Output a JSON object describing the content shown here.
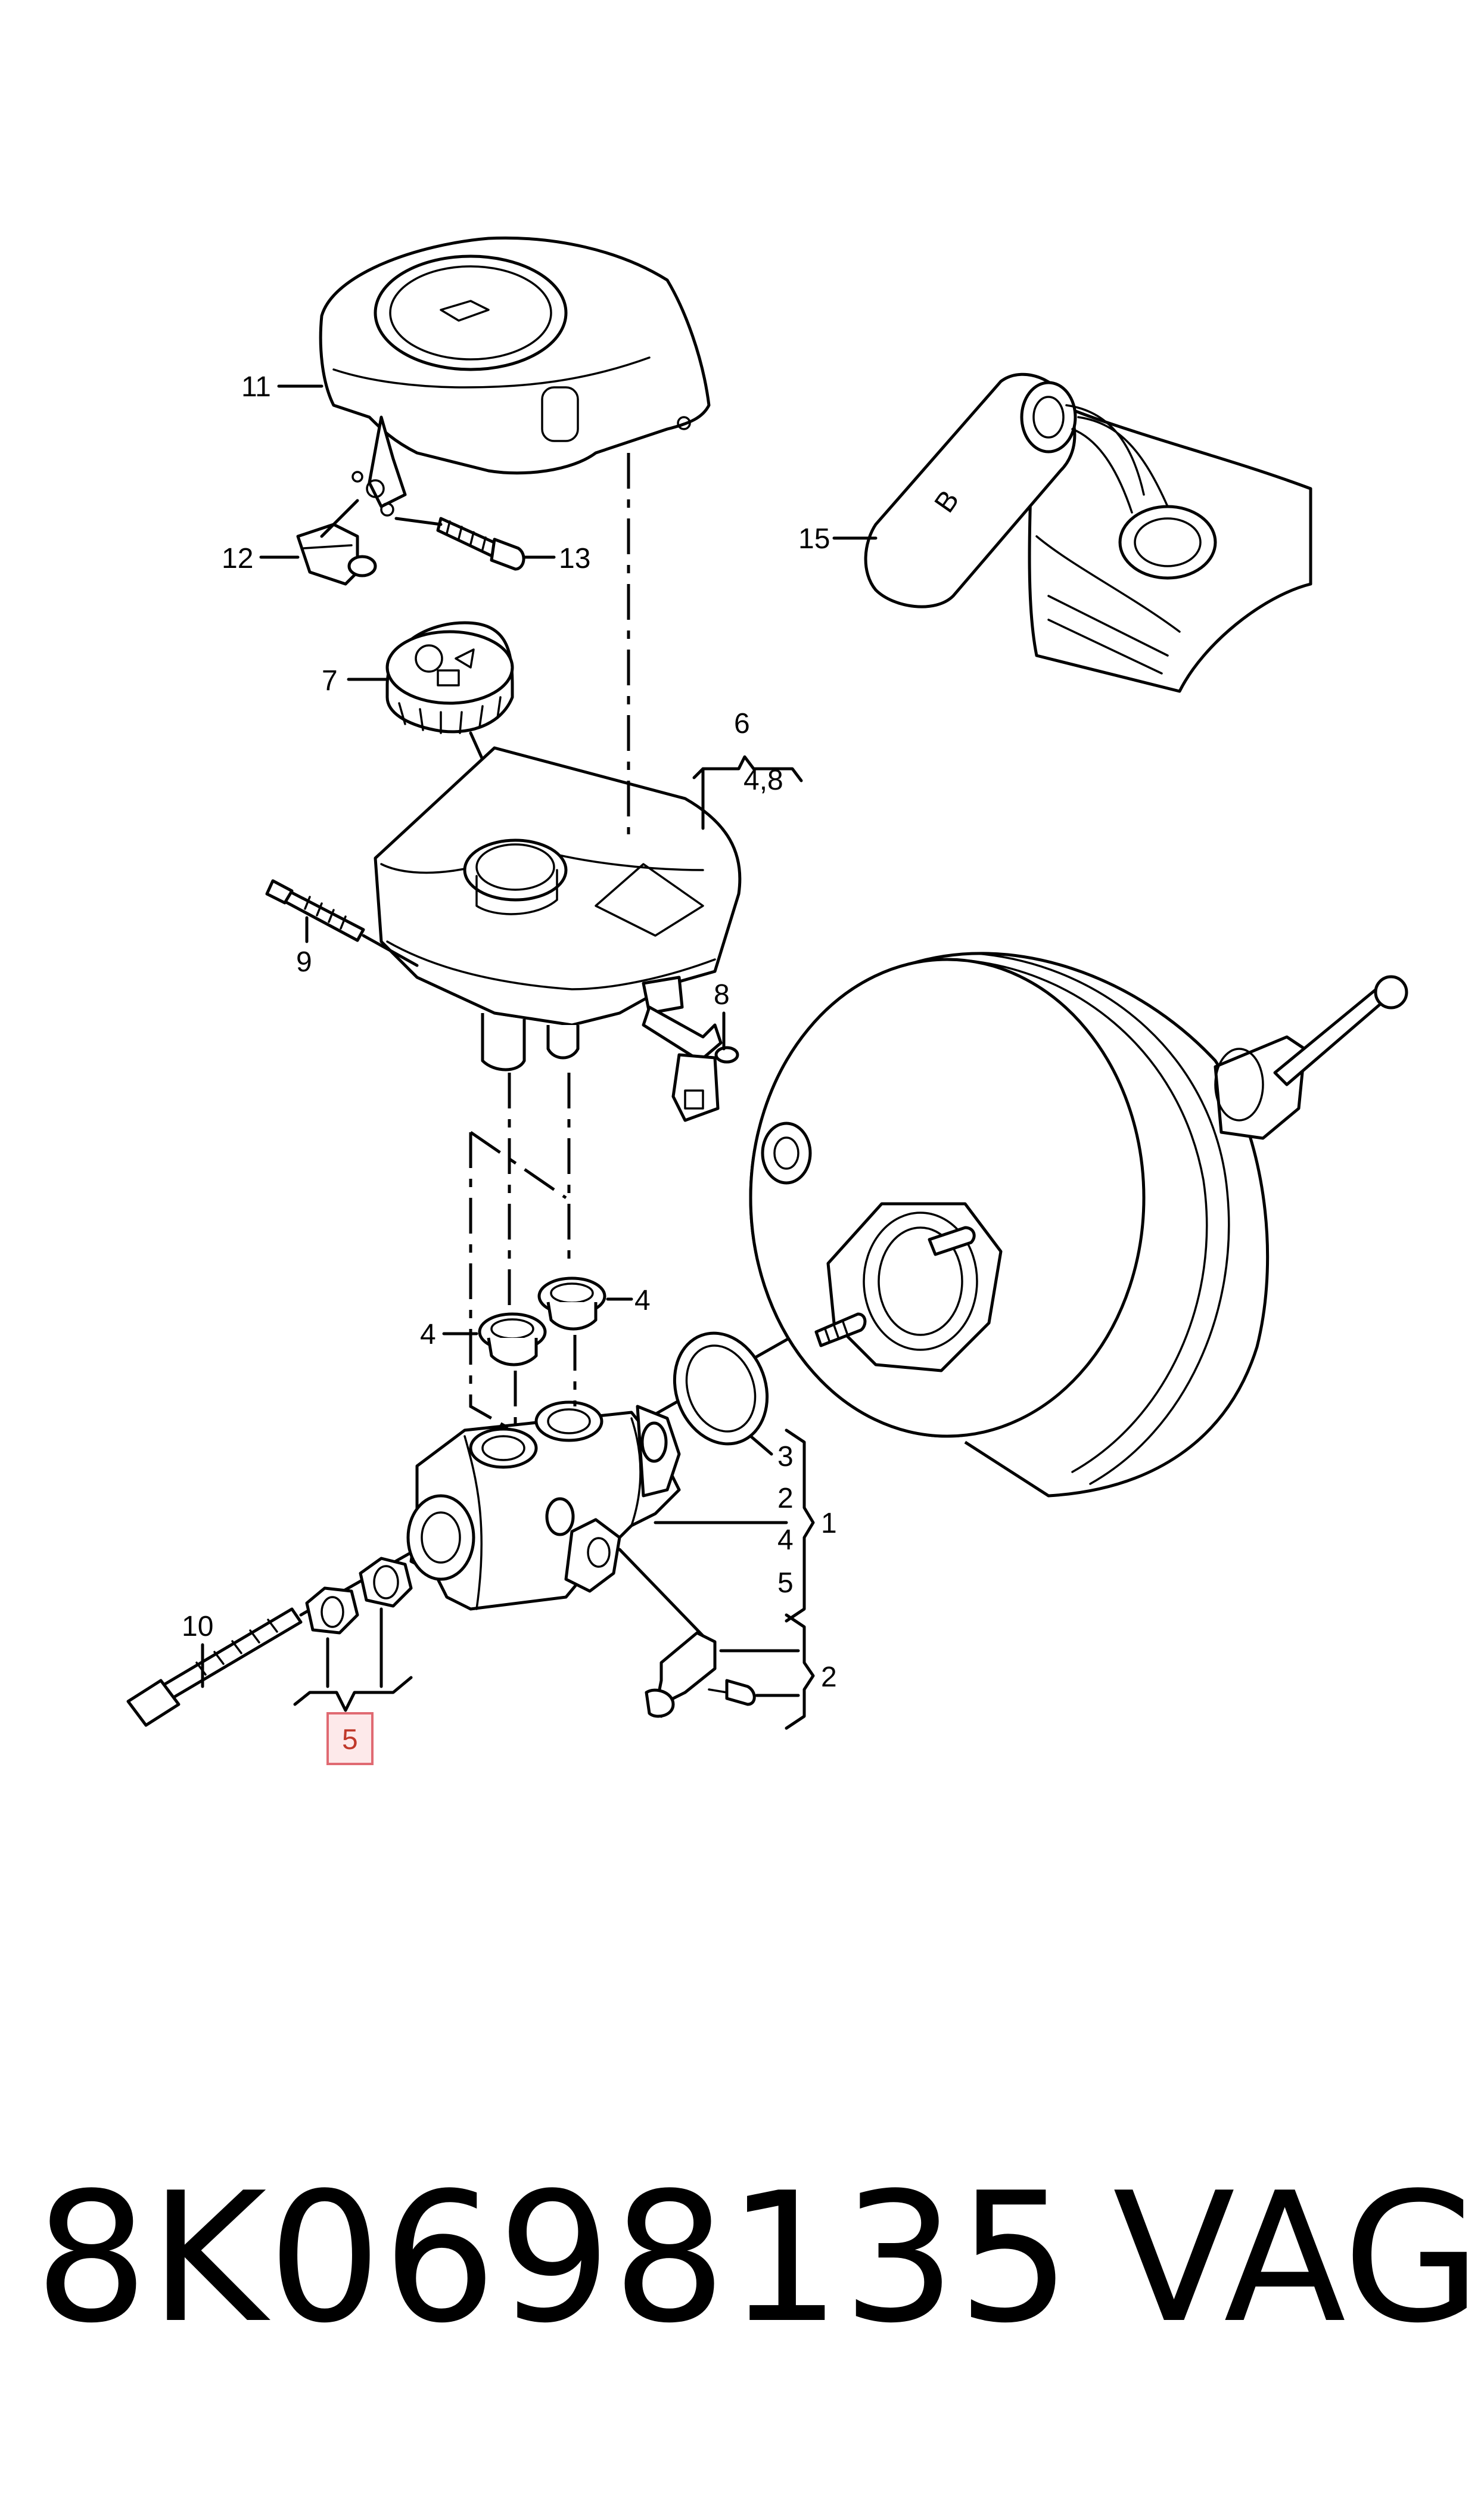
{
  "callouts": {
    "c1": "1",
    "c2a": "2",
    "c2b": "2",
    "c3": "3",
    "c4a": "4",
    "c4b": "4",
    "c4c": "4",
    "c5a": "5",
    "c5b": "5",
    "c6": "6",
    "c48": "4,8",
    "c7": "7",
    "c8": "8",
    "c9": "9",
    "c10": "10",
    "c11": "11",
    "c12": "12",
    "c13": "13",
    "c15": "15"
  },
  "reservoir_cap_letter": "B",
  "highlight_color": "#e06a72",
  "footer": {
    "part_number": "8K0698135",
    "brand": "VAG"
  }
}
